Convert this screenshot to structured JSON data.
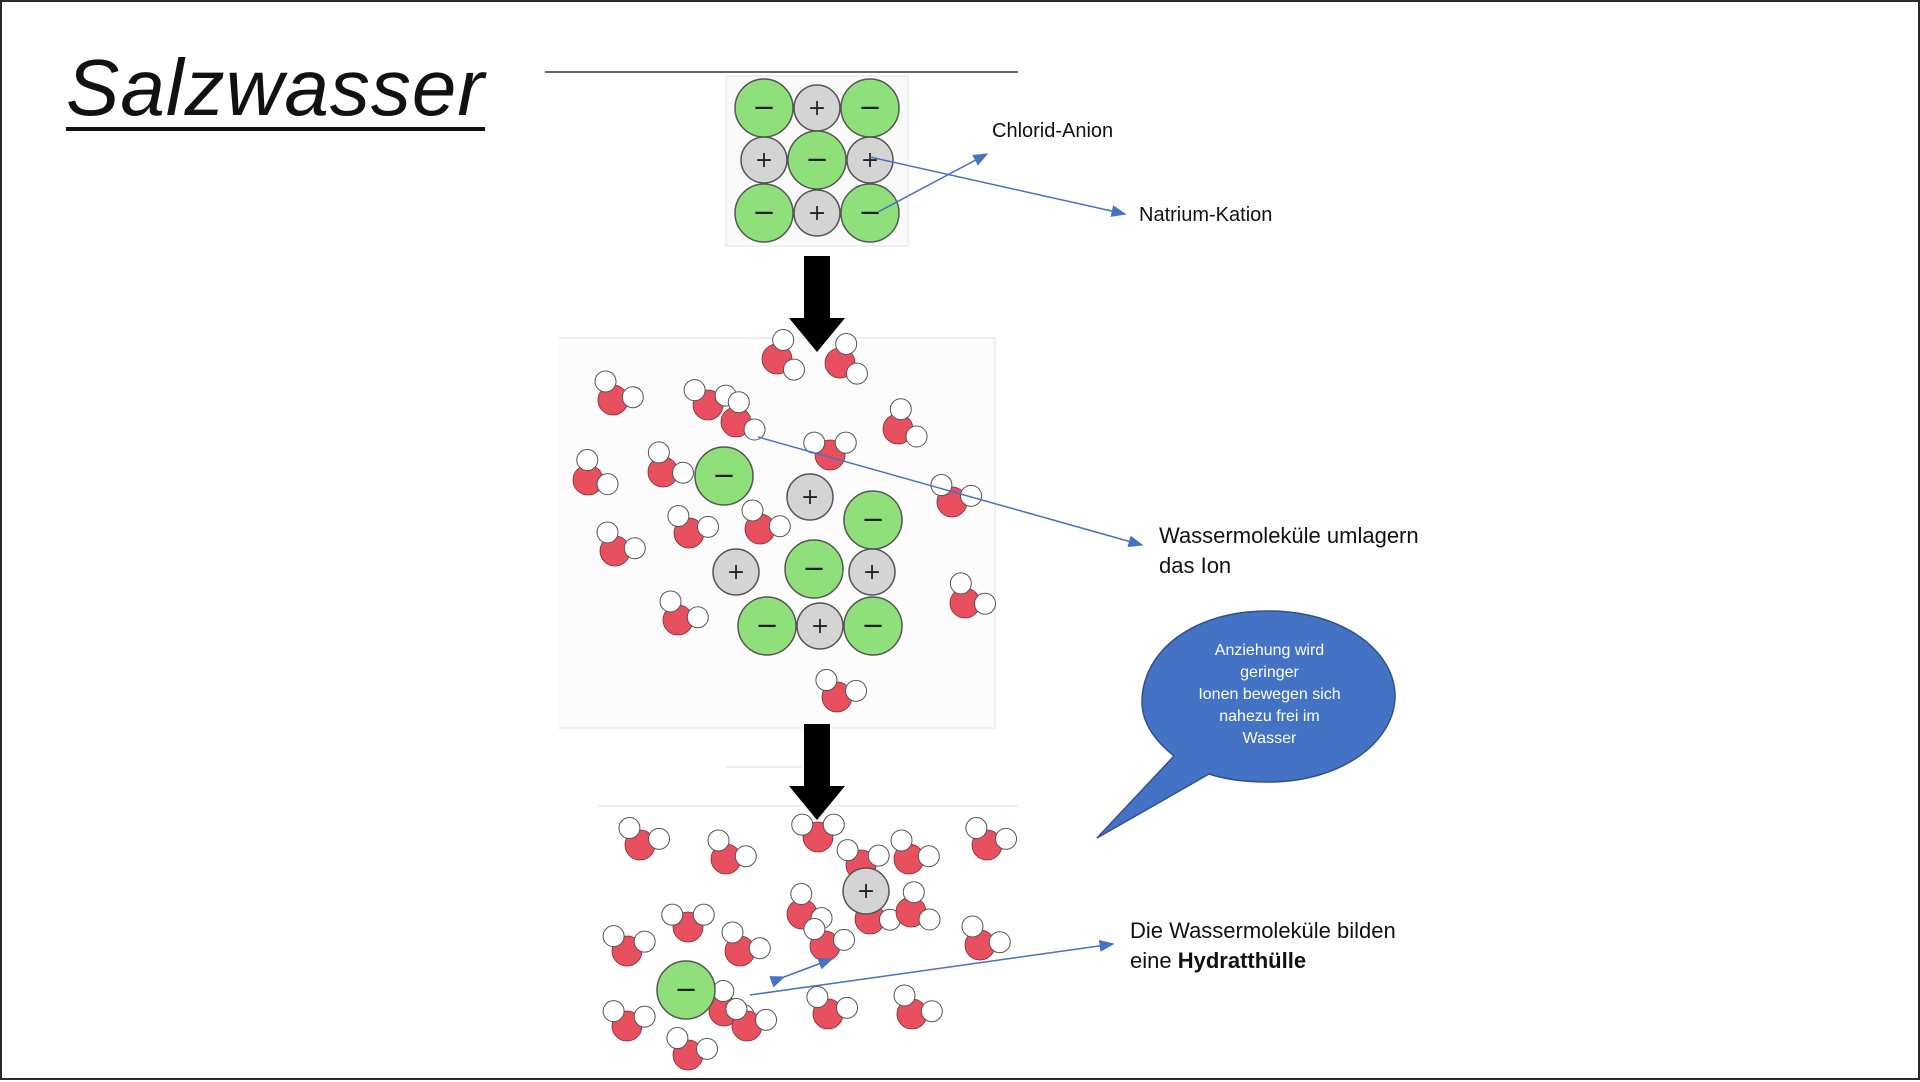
{
  "title": "Salzwasser",
  "labels": {
    "chlorid_anion": "Chlorid-Anion",
    "natrium_kation": "Natrium-Kation",
    "water_rearrange_line1": "Wassermoleküle umlagern",
    "water_rearrange_line2": "das Ion",
    "hydration_line1": "Die Wassermoleküle bilden",
    "hydration_line2_prefix": "eine ",
    "hydration_line2_bold": "Hydratthülle"
  },
  "speech_bubble": {
    "lines": [
      "Anziehung wird",
      "geringer",
      "Ionen bewegen sich",
      "nahezu frei im",
      "Wasser"
    ]
  },
  "ion_symbols": {
    "anion": "−",
    "cation": "+"
  },
  "colors": {
    "anion_fill": "#8fe07a",
    "cation_fill": "#d4d4d4",
    "oxygen_fill": "#e8505f",
    "hydrogen_fill": "#ffffff",
    "annotation_arrow": "#4472c4",
    "bubble_fill": "#4472c4",
    "process_arrow": "#000000"
  }
}
